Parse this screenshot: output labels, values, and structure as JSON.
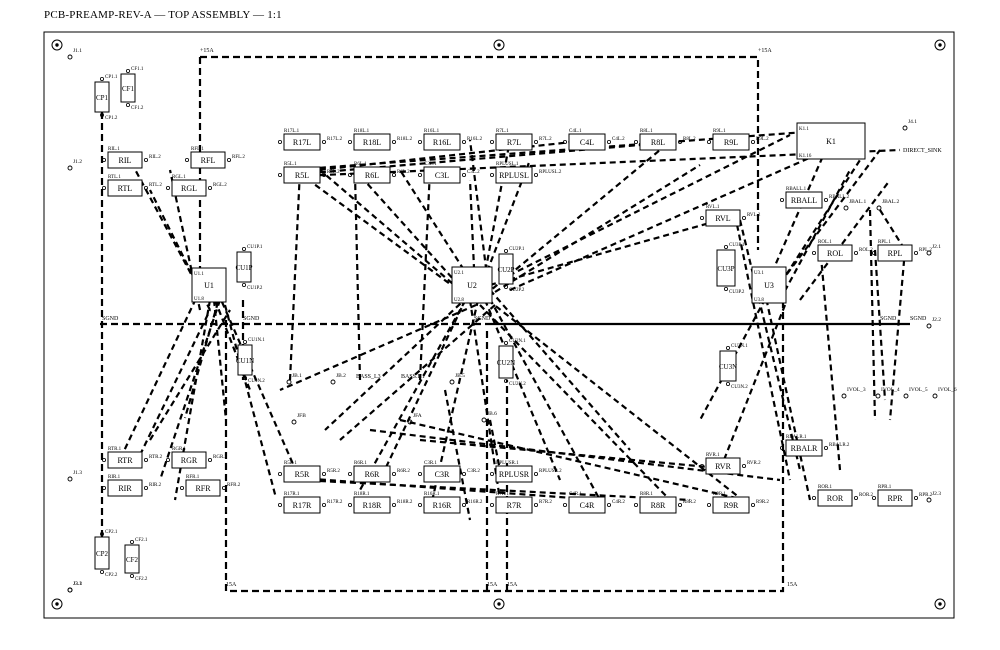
{
  "title": "PCB-PREAMP-REV-A — TOP ASSEMBLY — 1:1",
  "power_labels": [
    "+15A",
    "+15A",
    "15A",
    "15A",
    "15A",
    "15A"
  ],
  "net_labels": [
    "SGND",
    "SGND",
    "SGND",
    "SGND",
    "SGND",
    "DIRECT_SINK",
    "BASS.H1",
    "BASS_L3"
  ],
  "connectors": [
    "J1.1",
    "J1.2",
    "J1.3",
    "J2.1",
    "J2.2",
    "J2.3",
    "J3.1",
    "J3.3",
    "J4.1",
    "JB.1",
    "JB.5",
    "JB.2",
    "JB.6",
    "JFA",
    "JFB",
    "JBAL.1",
    "JBAL.2",
    "IVOL_3",
    "IVOL_4",
    "IVOL_5",
    "IVOL_6"
  ],
  "components": [
    {
      "ref": "CP1",
      "p1": "CP1.1",
      "p2": "CP1.2"
    },
    {
      "ref": "CF1",
      "p1": "CF1.1",
      "p2": "CF1.2"
    },
    {
      "ref": "RIL",
      "p1": "RIL.1",
      "p2": "RIL.2"
    },
    {
      "ref": "RFL",
      "p1": "RFL.1",
      "p2": "RFL.2"
    },
    {
      "ref": "RTL",
      "p1": "RTL.1",
      "p2": "RTL.2"
    },
    {
      "ref": "RGL",
      "p1": "RGL.1",
      "p2": "RGL.2"
    },
    {
      "ref": "U1",
      "p1": "U1.1",
      "p2": "U1.8"
    },
    {
      "ref": "CU1P",
      "p1": "CU1P.1",
      "p2": "CU1P.2"
    },
    {
      "ref": "CU1N",
      "p1": "CU1N.1",
      "p2": "CU1N.2"
    },
    {
      "ref": "R17L",
      "p1": "R17L.1",
      "p2": "R17L.2"
    },
    {
      "ref": "R18L",
      "p1": "R18L.1",
      "p2": "R18L.2"
    },
    {
      "ref": "R16L",
      "p1": "R16L.1",
      "p2": "R16L.2"
    },
    {
      "ref": "R7L",
      "p1": "R7L.1",
      "p2": "R7L.2"
    },
    {
      "ref": "C4L",
      "p1": "C4L.1",
      "p2": "C4L.2"
    },
    {
      "ref": "R8L",
      "p1": "R8L.1",
      "p2": "R8L.2"
    },
    {
      "ref": "R9L",
      "p1": "R9L.1",
      "p2": "R9L.2"
    },
    {
      "ref": "K1",
      "p1": "K1.1",
      "p2": "K1.16"
    },
    {
      "ref": "R5L",
      "p1": "R5L.1",
      "p2": "R5L.2"
    },
    {
      "ref": "R6L",
      "p1": "R6L.1",
      "p2": "R6L.2"
    },
    {
      "ref": "C3L",
      "p1": "C3L.1",
      "p2": "C3L.2"
    },
    {
      "ref": "RPLUSL",
      "p1": "RPLUSL.1",
      "p2": "RPLUSL.2"
    },
    {
      "ref": "U2",
      "p1": "U2.1",
      "p2": "U2.8"
    },
    {
      "ref": "CU2P",
      "p1": "CU2P.1",
      "p2": "CU2P.2"
    },
    {
      "ref": "CU2N",
      "p1": "CU2N.1",
      "p2": "CU2N.2"
    },
    {
      "ref": "RVL",
      "p1": "RVL.1",
      "p2": "RVL.2"
    },
    {
      "ref": "RBALL",
      "p1": "RBALL.1",
      "p2": "RBALL.2"
    },
    {
      "ref": "CU3P",
      "p1": "CU3P.1",
      "p2": "CU3P.2"
    },
    {
      "ref": "U3",
      "p1": "U3.1",
      "p2": "U3.8"
    },
    {
      "ref": "CU3N",
      "p1": "CU3N.1",
      "p2": "CU3N.2"
    },
    {
      "ref": "ROL",
      "p1": "ROL.1",
      "p2": "ROL.2"
    },
    {
      "ref": "RPL",
      "p1": "RPL.1",
      "p2": "RPL.2"
    },
    {
      "ref": "RTR",
      "p1": "RTR.1",
      "p2": "RTR.2"
    },
    {
      "ref": "RGR",
      "p1": "RGR.1",
      "p2": "RGR.2"
    },
    {
      "ref": "RIR",
      "p1": "RIR.1",
      "p2": "RIR.2"
    },
    {
      "ref": "RFR",
      "p1": "RFR.1",
      "p2": "RFR.2"
    },
    {
      "ref": "CP2",
      "p1": "CP2.1",
      "p2": "CP2.2"
    },
    {
      "ref": "CF2",
      "p1": "CF2.1",
      "p2": "CF2.2"
    },
    {
      "ref": "R5R",
      "p1": "R5R.1",
      "p2": "R5R.2"
    },
    {
      "ref": "R6R",
      "p1": "R6R.1",
      "p2": "R6R.2"
    },
    {
      "ref": "C3R",
      "p1": "C3R.1",
      "p2": "C3R.2"
    },
    {
      "ref": "RPLUSR",
      "p1": "RPLUSR.1",
      "p2": "RPLUSR.2"
    },
    {
      "ref": "R17R",
      "p1": "R17R.1",
      "p2": "R17R.2"
    },
    {
      "ref": "R18R",
      "p1": "R18R.1",
      "p2": "R18R.2"
    },
    {
      "ref": "R16R",
      "p1": "R16R.1",
      "p2": "R16R.2"
    },
    {
      "ref": "R7R",
      "p1": "R7R.1",
      "p2": "R7R.2"
    },
    {
      "ref": "C4R",
      "p1": "C4R.1",
      "p2": "C4R.2"
    },
    {
      "ref": "R8R",
      "p1": "R8R.1",
      "p2": "R8R.2"
    },
    {
      "ref": "R9R",
      "p1": "R9R.1",
      "p2": "R9R.2"
    },
    {
      "ref": "RVR",
      "p1": "RVR.1",
      "p2": "RVR.2"
    },
    {
      "ref": "RBALR",
      "p1": "RBALR.1",
      "p2": "RBALR.2"
    },
    {
      "ref": "ROR",
      "p1": "ROR.1",
      "p2": "ROR.2"
    },
    {
      "ref": "RPR",
      "p1": "RPR.1",
      "p2": "RPR.2"
    }
  ]
}
